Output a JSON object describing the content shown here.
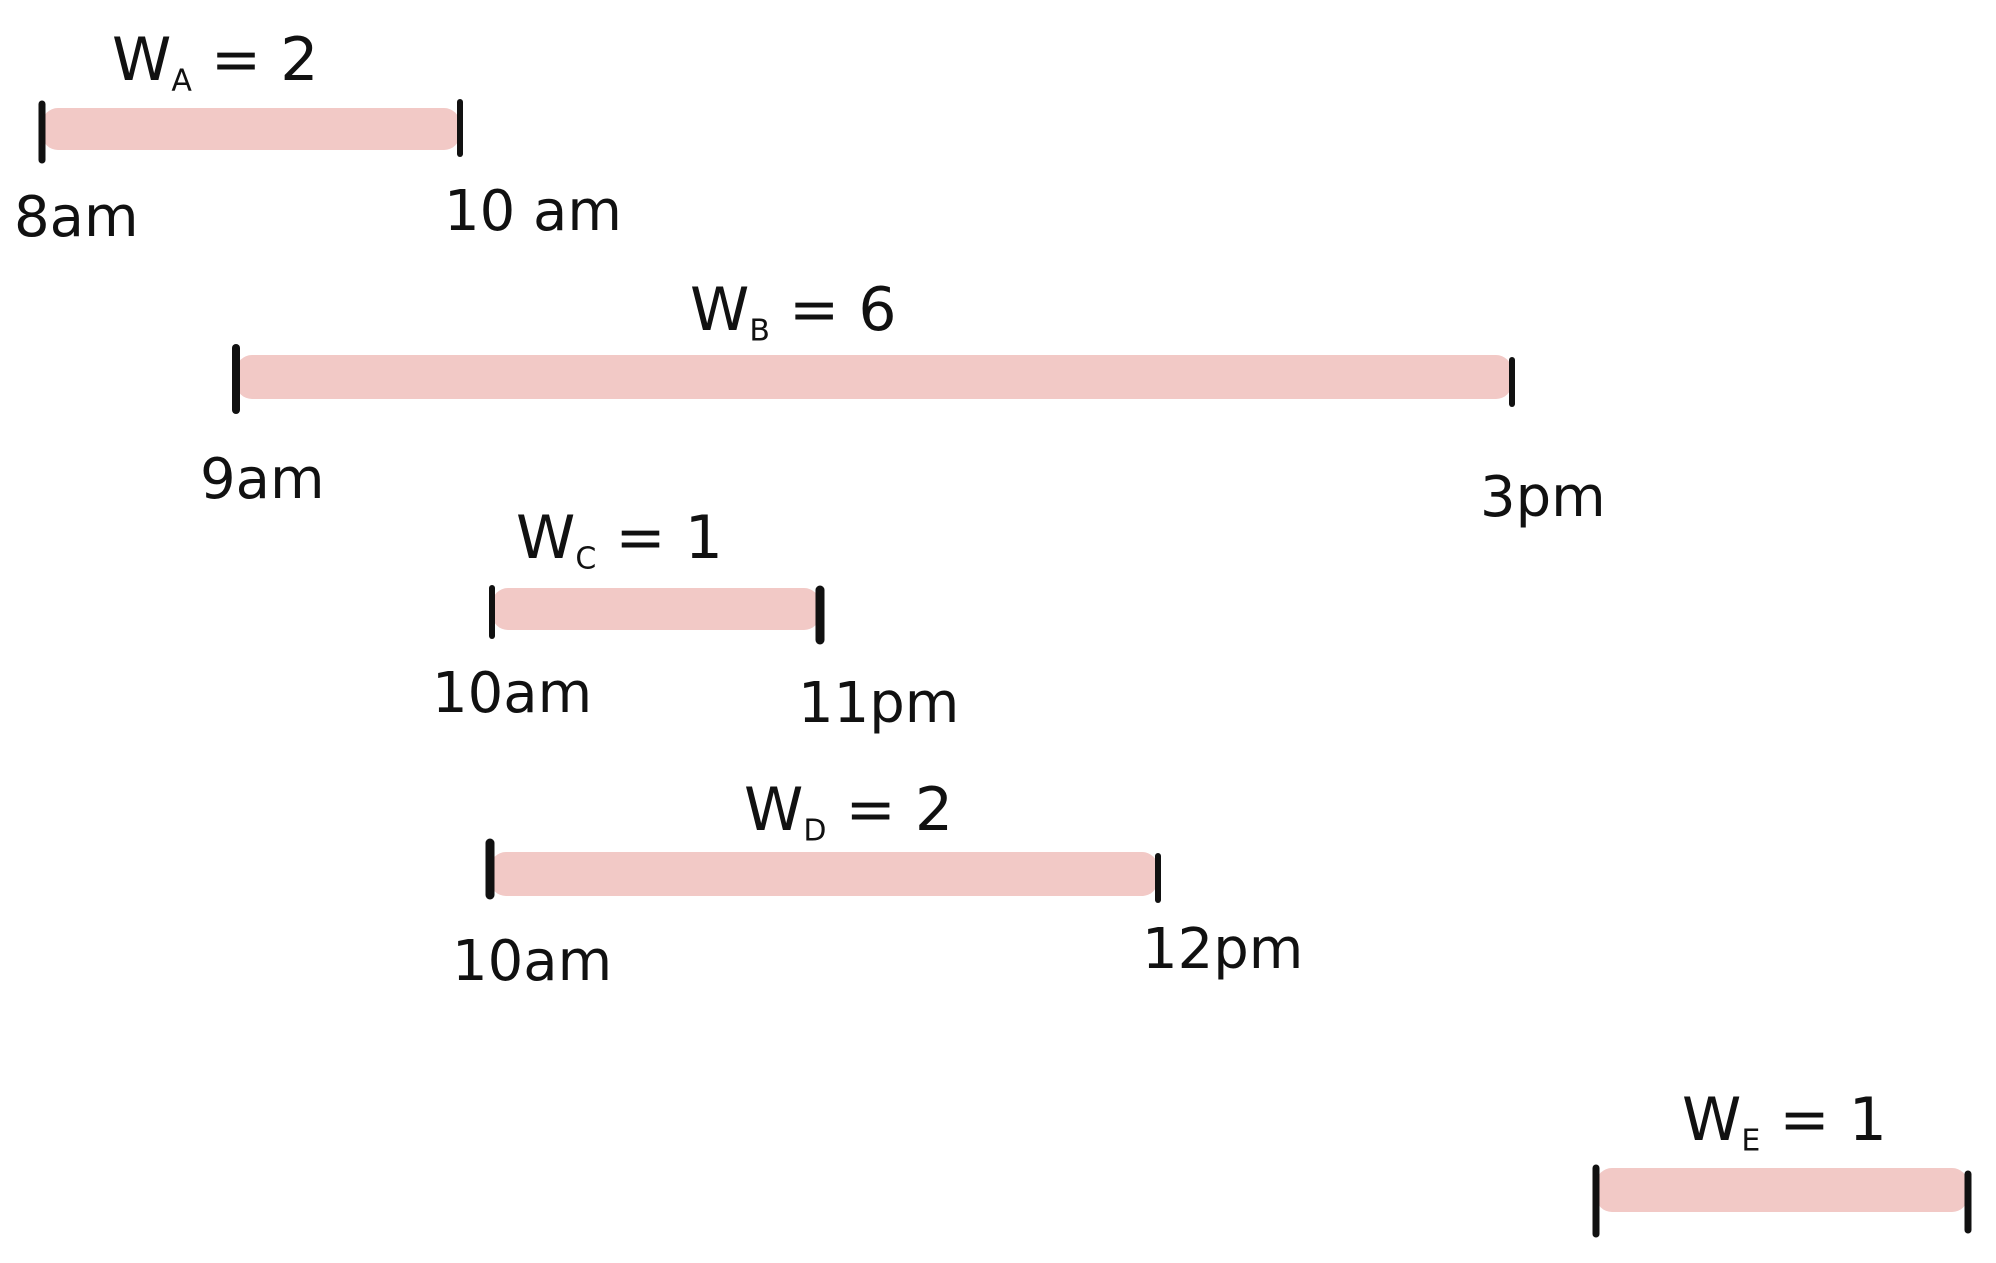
{
  "colors": {
    "bar": "#f2c9c6",
    "tick": "#111111",
    "text": "#111111"
  },
  "intervals": [
    {
      "id": "A",
      "weight_letter": "W",
      "weight_sub": "A",
      "weight_rest": " = 2",
      "start": "8am",
      "end": "10 am"
    },
    {
      "id": "B",
      "weight_letter": "W",
      "weight_sub": "B",
      "weight_rest": " = 6",
      "start": "9am",
      "end": "3pm"
    },
    {
      "id": "C",
      "weight_letter": "W",
      "weight_sub": "C",
      "weight_rest": " = 1",
      "start": "10am",
      "end": "11pm"
    },
    {
      "id": "D",
      "weight_letter": "W",
      "weight_sub": "D",
      "weight_rest": " = 2",
      "start": "10am",
      "end": "12pm"
    },
    {
      "id": "E",
      "weight_letter": "W",
      "weight_sub": "E",
      "weight_rest": " = 1"
    }
  ]
}
